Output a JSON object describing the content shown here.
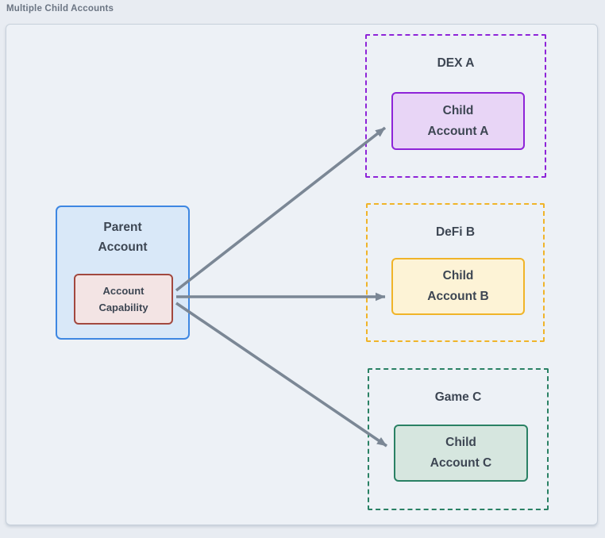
{
  "title": "Multiple Child Accounts",
  "parent": {
    "label": "Parent Account",
    "lines": [
      "Parent",
      "Account"
    ],
    "capability": {
      "label": "Account Capability",
      "lines": [
        "Account",
        "Capability"
      ]
    }
  },
  "groups": [
    {
      "id": "dex-a",
      "title": "DEX A",
      "child": {
        "label": "Child Account A",
        "lines": [
          "Child",
          "Account A"
        ]
      }
    },
    {
      "id": "defi-b",
      "title": "DeFi B",
      "child": {
        "label": "Child Account B",
        "lines": [
          "Child",
          "Account B"
        ]
      }
    },
    {
      "id": "game-c",
      "title": "Game C",
      "child": {
        "label": "Child Account C",
        "lines": [
          "Child",
          "Account C"
        ]
      }
    }
  ],
  "edges": [
    {
      "from": "Account Capability",
      "to": "Child Account A"
    },
    {
      "from": "Account Capability",
      "to": "Child Account B"
    },
    {
      "from": "Account Capability",
      "to": "Child Account C"
    }
  ],
  "colors": {
    "page_background": "#e8ecf2",
    "canvas_background": "#edf1f6",
    "canvas_border": "#c8d1db",
    "title_text": "#6b7583",
    "node_text": "#3d4653",
    "arrow": "#7b8795",
    "parent_fill": "#d9e8f8",
    "parent_border": "#3e87e2",
    "capability_fill": "#f3e4e4",
    "capability_border": "#a2483f",
    "dex_a_border": "#8e24d8",
    "child_a_fill": "#e8d5f6",
    "defi_b_border": "#f0b429",
    "child_b_fill": "#fdf3d6",
    "game_c_border": "#2a8164",
    "child_c_fill": "#d6e6df"
  }
}
